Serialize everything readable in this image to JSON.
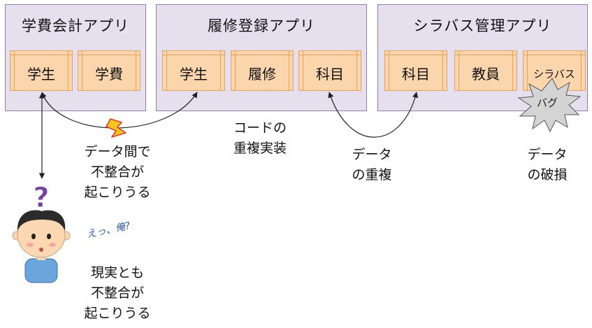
{
  "apps": [
    {
      "title": "学費会計アプリ",
      "entities": [
        {
          "label": "学生"
        },
        {
          "label": "学費"
        }
      ]
    },
    {
      "title": "履修登録アプリ",
      "entities": [
        {
          "label": "学生"
        },
        {
          "label": "履修"
        },
        {
          "label": "科目"
        }
      ]
    },
    {
      "title": "シラバス管理アプリ",
      "entities": [
        {
          "label": "科目"
        },
        {
          "label": "教員"
        },
        {
          "label": "シラバス"
        }
      ]
    }
  ],
  "notes": {
    "inconsistency": "データ間で\n不整合が\n起こりうる",
    "code_dup": "コードの\n重複実装",
    "data_dup": "データ\nの重複",
    "corruption": "データ\nの破損",
    "reality": "現実とも\n不整合が\n起こりうる"
  },
  "bug_label": "バグ",
  "question_mark": "?",
  "person_speech": "えっ、俺?",
  "colors": {
    "app_bg": "#e6e0ee",
    "app_border": "#8e7fb0",
    "entity_bg": "#fbd6ad",
    "entity_border": "#e9a25c",
    "lightning": "#e53935",
    "question": "#7b3fa0"
  }
}
